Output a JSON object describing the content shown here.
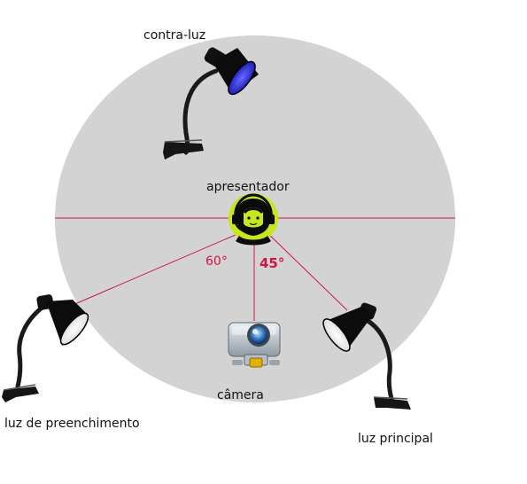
{
  "labels": {
    "back_light": "contra-luz",
    "presenter": "apresentador",
    "fill_light": "luz de preenchimento",
    "camera": "câmera",
    "key_light": "luz principal"
  },
  "angles": {
    "fill_angle": "60°",
    "key_angle": "45°"
  },
  "colors": {
    "circle": "#d3d3d3",
    "lines": "#d01446",
    "angle_text": "#d01446",
    "presenter_badge": "#c8e61e",
    "lamp_body": "#0a0a0a",
    "back_light_bulb": "#2020d0"
  },
  "icons": {
    "presenter": "headset-person-icon",
    "camera": "camera-icon",
    "lamps": "desk-lamp-icon"
  }
}
